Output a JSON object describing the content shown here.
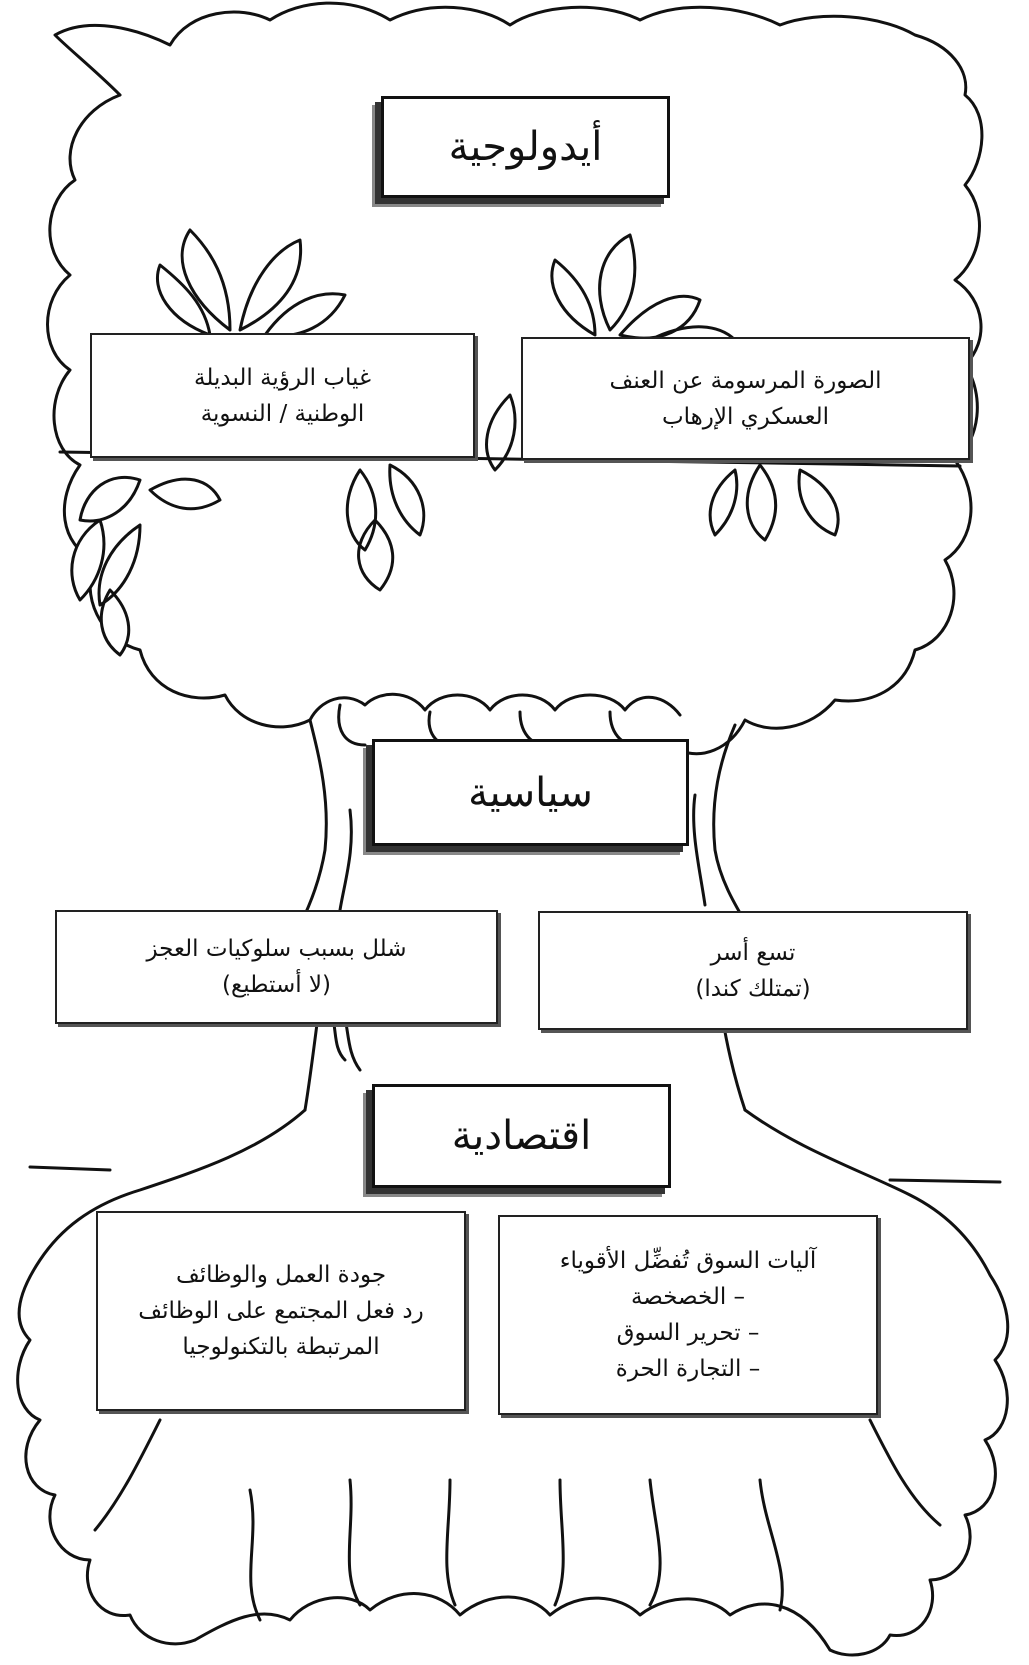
{
  "ideology": {
    "title": "أيدولوجية",
    "left_box": [
      "غياب الرؤية البديلة",
      "الوطنية / النسوية"
    ],
    "right_box": [
      "الصورة المرسومة عن العنف",
      "العسكري الإرهاب"
    ]
  },
  "politics": {
    "title": "سياسية",
    "left_box": [
      "شلل بسبب سلوكيات العجز",
      "(لا أستطيع)"
    ],
    "right_box": [
      "تسع أسر",
      "(تمتلك كندا)"
    ]
  },
  "economy": {
    "title": "اقتصادية",
    "left_box": [
      "جودة العمل والوظائف",
      "رد فعل المجتمع على الوظائف",
      "المرتبطة بالتكنولوجيا"
    ],
    "right_box": [
      "آليات السوق تُفضِّل الأقوياء",
      "– الخصخصة",
      "– تحرير السوق",
      "– التجارة الحرة"
    ]
  }
}
